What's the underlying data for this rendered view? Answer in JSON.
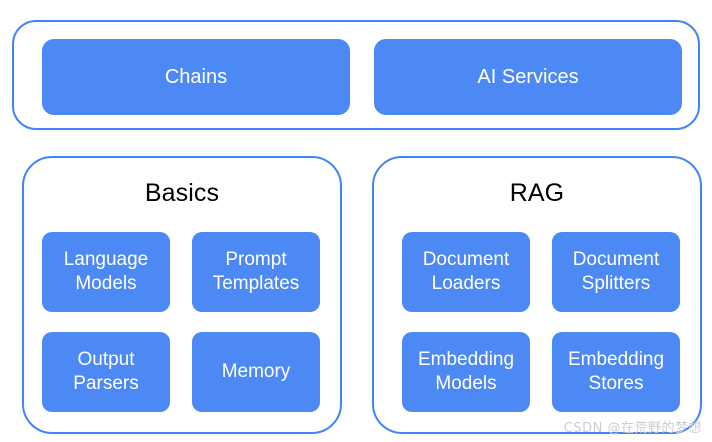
{
  "colors": {
    "box_fill": "#4d89f4",
    "panel_border": "#4285f4",
    "box_text": "#ffffff",
    "title_text": "#000000",
    "background": "#ffffff",
    "watermark_text": "#c9cfd6"
  },
  "top_container": {
    "name": "top-row-container",
    "boxes": [
      {
        "label": "Chains"
      },
      {
        "label": "AI Services"
      }
    ]
  },
  "panels": [
    {
      "title": "Basics",
      "boxes": [
        {
          "label": "Language\nModels"
        },
        {
          "label": "Prompt\nTemplates"
        },
        {
          "label": "Output\nParsers"
        },
        {
          "label": "Memory"
        }
      ]
    },
    {
      "title": "RAG",
      "boxes": [
        {
          "label": "Document\nLoaders"
        },
        {
          "label": "Document\nSplitters"
        },
        {
          "label": "Embedding\nModels"
        },
        {
          "label": "Embedding\nStores"
        }
      ]
    }
  ],
  "watermark": {
    "text": "CSDN @在荒野的梦想"
  }
}
